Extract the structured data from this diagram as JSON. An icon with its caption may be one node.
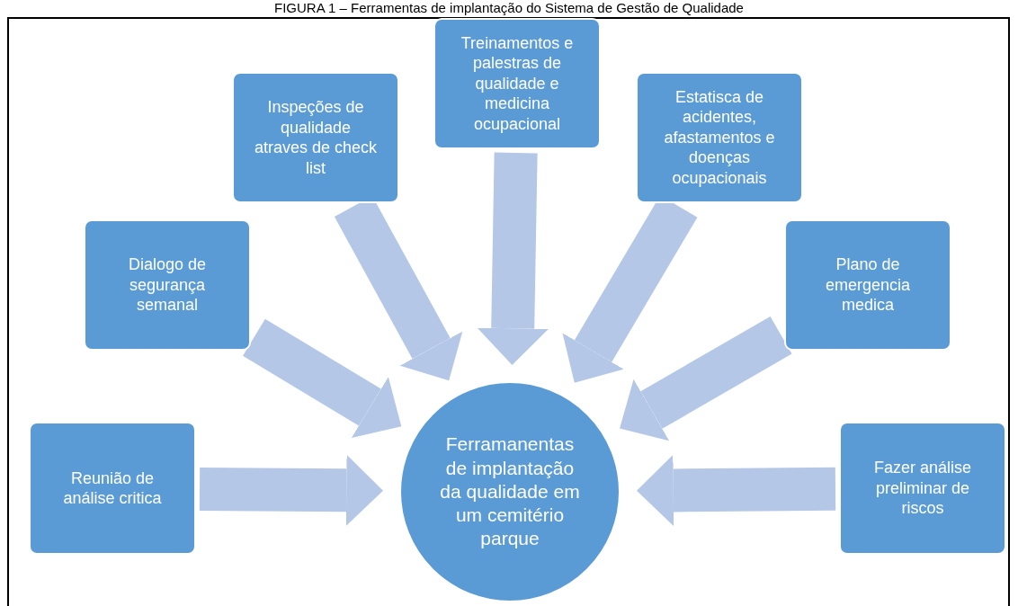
{
  "diagram": {
    "title": "FIGURA 1 – Ferramentas de implantação do Sistema de Gestão de Qualidade",
    "nodes": [
      {
        "text": [
          "Reunião de análise critica"
        ]
      },
      {
        "text": [
          "Dialogo de segurança semanal"
        ]
      },
      {
        "text": [
          "Inspeções de qualidade atraves de check list"
        ]
      },
      {
        "text": [
          "Treinamentos e palestras de qualidade e medicina ocupacional"
        ]
      },
      {
        "text": [
          "Estatisca de acidentes, afastamentos e doenças ocupacionais"
        ]
      },
      {
        "text": [
          "Plano de emergencia medica"
        ]
      },
      {
        "text": [
          "Fazer análise preliminar de riscos"
        ]
      },
      {
        "text": [
          "Ferramanentas de implantação da qualidade em um cemitério parque"
        ]
      }
    ],
    "edges": [
      {
        "from": 0,
        "to": 7,
        "arrow": "to"
      },
      {
        "from": 1,
        "to": 7,
        "arrow": "to"
      },
      {
        "from": 2,
        "to": 7,
        "arrow": "to"
      },
      {
        "from": 3,
        "to": 7,
        "arrow": "to"
      },
      {
        "from": 4,
        "to": 7,
        "arrow": "to"
      },
      {
        "from": 5,
        "to": 7,
        "arrow": "to"
      },
      {
        "from": 6,
        "to": 7,
        "arrow": "to"
      }
    ]
  }
}
